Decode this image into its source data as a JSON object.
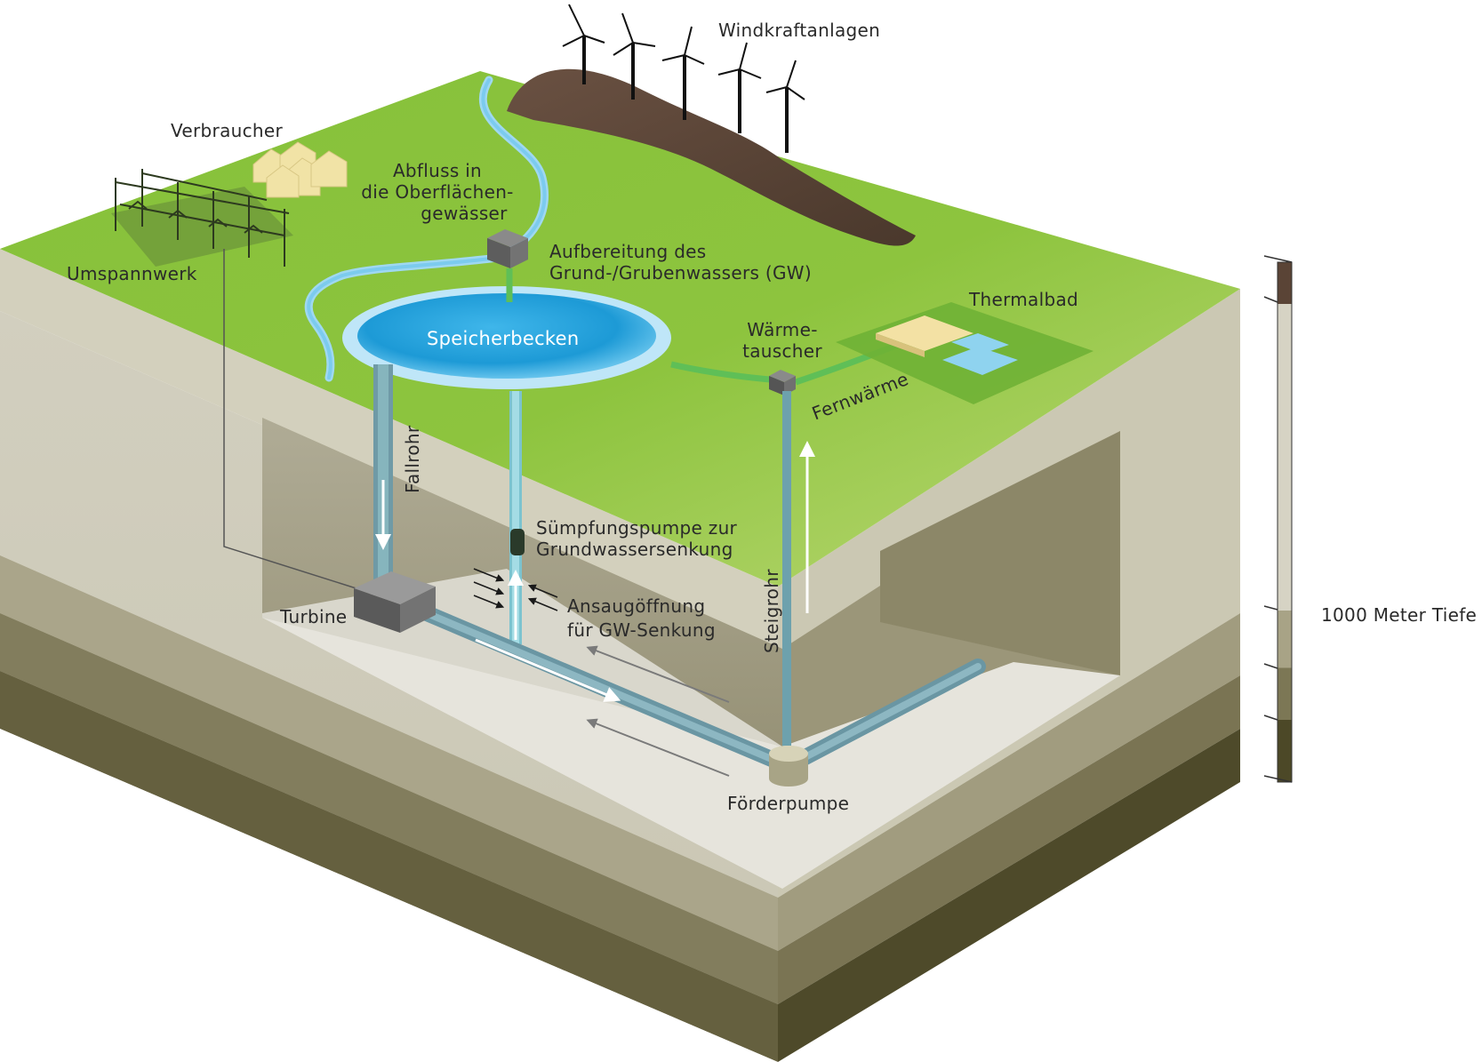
{
  "labels": {
    "wind": "Windkraftanlagen",
    "consumers": "Verbraucher",
    "substation": "Umspannwerk",
    "runoff_line1": "Abfluss in",
    "runoff_line2": "die Oberflächen-",
    "runoff_line3": "gewässer",
    "treatment_line1": "Aufbereitung des",
    "treatment_line2": "Grund-/Grubenwassers (GW)",
    "reservoir": "Speicherbecken",
    "heat_exchanger_line1": "Wärme-",
    "heat_exchanger_line2": "tauscher",
    "thermal_bath": "Thermalbad",
    "district_heating": "Fernwärme",
    "downpipe": "Fallrohr",
    "sump_pump_line1": "Sümpfungspumpe zur",
    "sump_pump_line2": "Grundwassersenkung",
    "intake_line1": "Ansaugöffnung",
    "intake_line2": "für GW-Senkung",
    "turbine": "Turbine",
    "riser": "Steigrohr",
    "feed_pump": "Förderpumpe",
    "depth": "1000 Meter Tiefe"
  },
  "colors": {
    "grass": "#8fc43c",
    "grass_light": "#b3d36a",
    "water": "#2aa7e0",
    "water_light": "#a9dcf5",
    "pipe": "#5e97a6",
    "hill": "#5a4436",
    "layer_top": "#cfcbb5",
    "layer_dark": "#4c4827"
  }
}
